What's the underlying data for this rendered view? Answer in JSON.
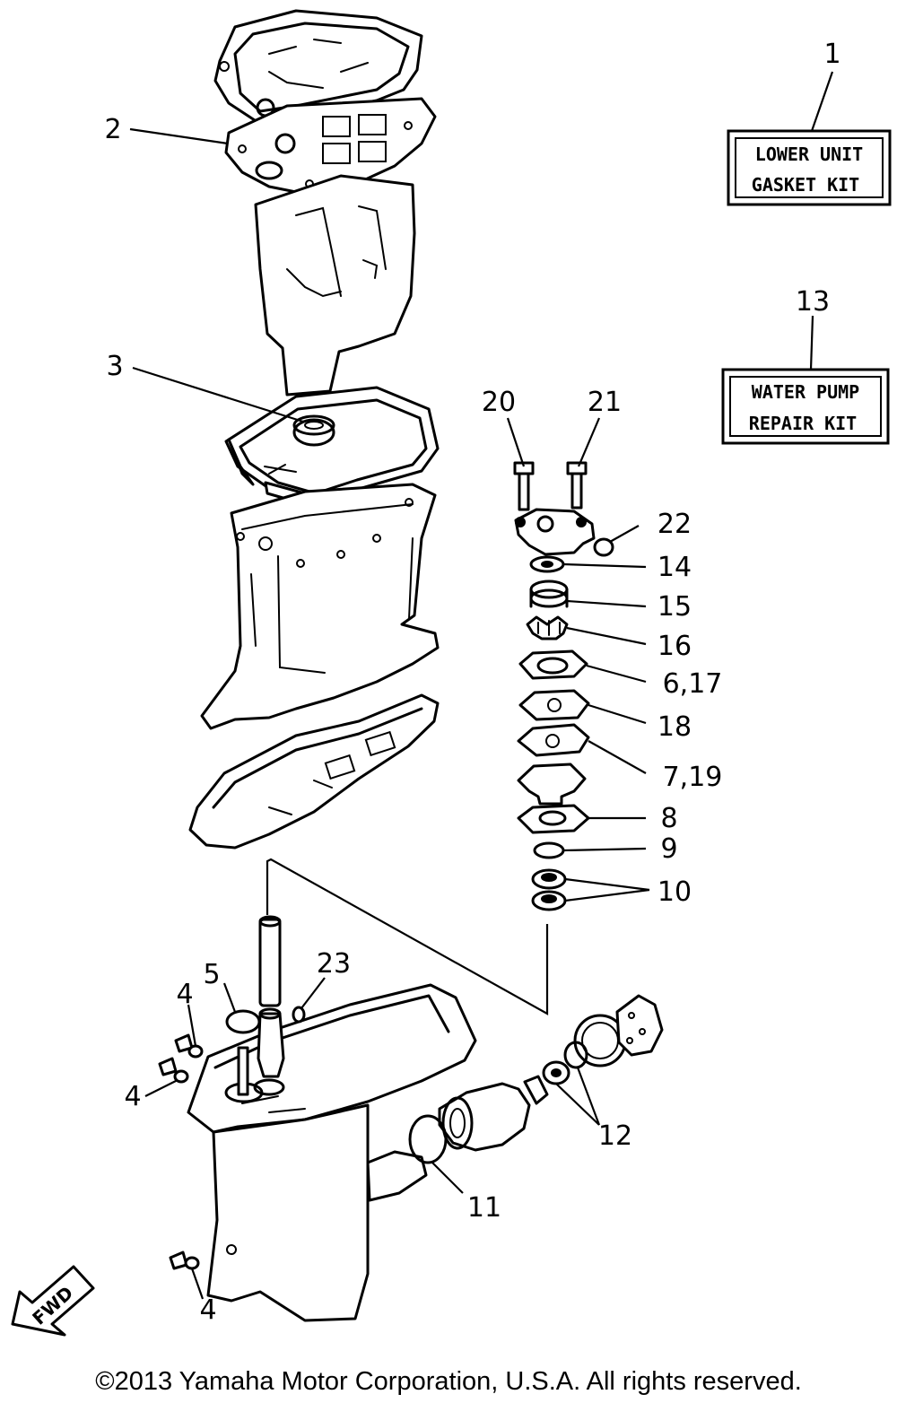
{
  "callouts": {
    "c1": "1",
    "c2": "2",
    "c3": "3",
    "c4a": "4",
    "c4b": "4",
    "c4c": "4",
    "c5": "5",
    "c6_17": "6,17",
    "c7_19": "7,19",
    "c8": "8",
    "c9": "9",
    "c10": "10",
    "c11": "11",
    "c12": "12",
    "c13": "13",
    "c14": "14",
    "c15": "15",
    "c16": "16",
    "c18": "18",
    "c20": "20",
    "c21": "21",
    "c22": "22",
    "c23": "23"
  },
  "kits": {
    "gasket_kit": {
      "line1": "LOWER UNIT",
      "line2": "GASKET KIT"
    },
    "water_pump_kit": {
      "line1": "WATER PUMP",
      "line2": "REPAIR KIT"
    }
  },
  "fwd_arrow": {
    "label": "FWD"
  },
  "footer": {
    "copyright": "©2013 Yamaha Motor Corporation, U.S.A. All rights reserved."
  }
}
